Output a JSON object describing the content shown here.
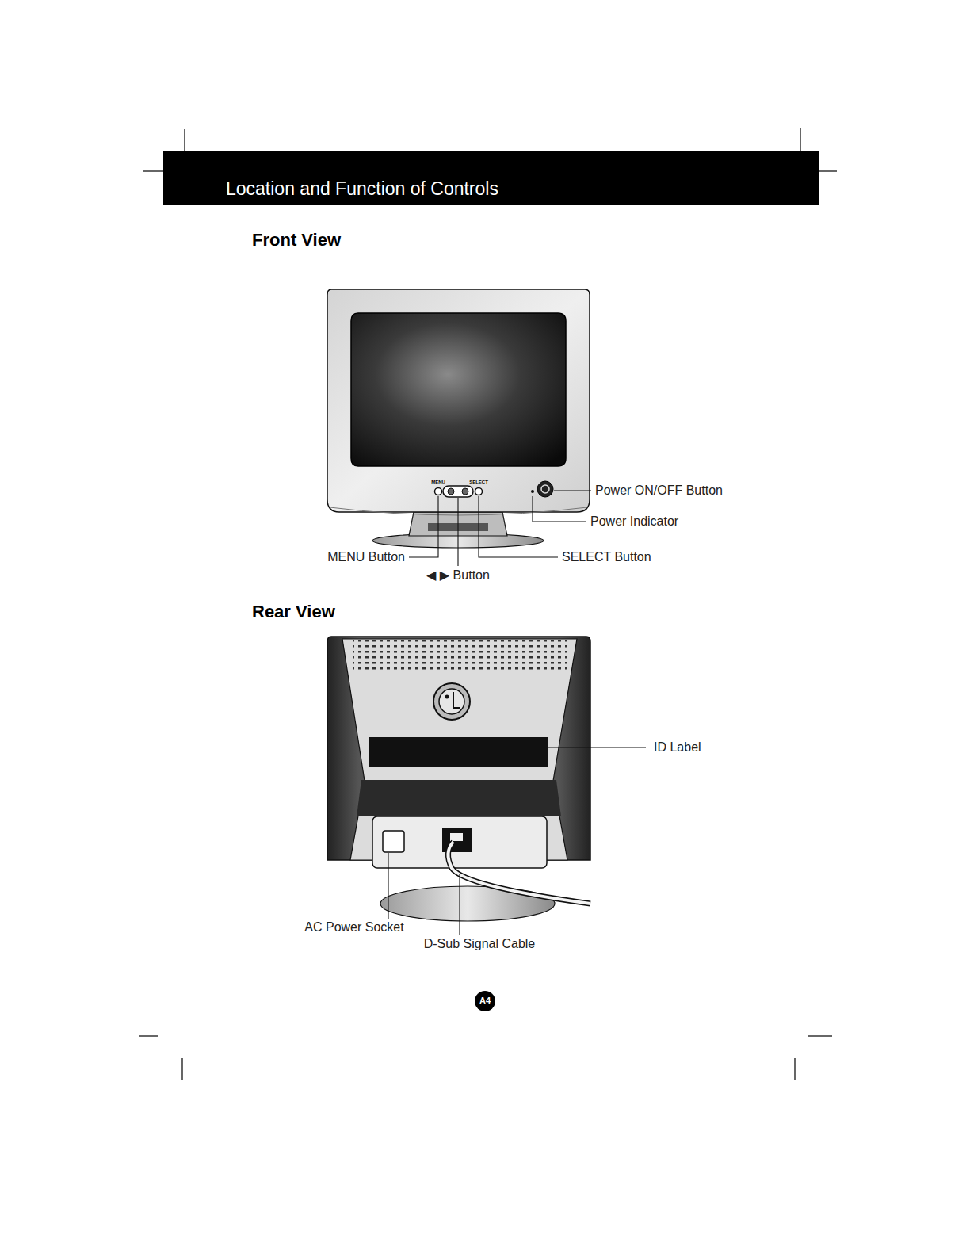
{
  "diagram": {
    "title": "Location and Function of Controls",
    "labels": [
      "Front View",
      "MENU",
      "SELECT",
      "Power ON/OFF Button",
      "Power Indicator",
      "MENU Button",
      "SELECT Button",
      "◀ ▶ Button",
      "Rear View",
      "ID Label",
      "AC Power Socket",
      "D-Sub Signal Cable",
      "A4"
    ]
  }
}
